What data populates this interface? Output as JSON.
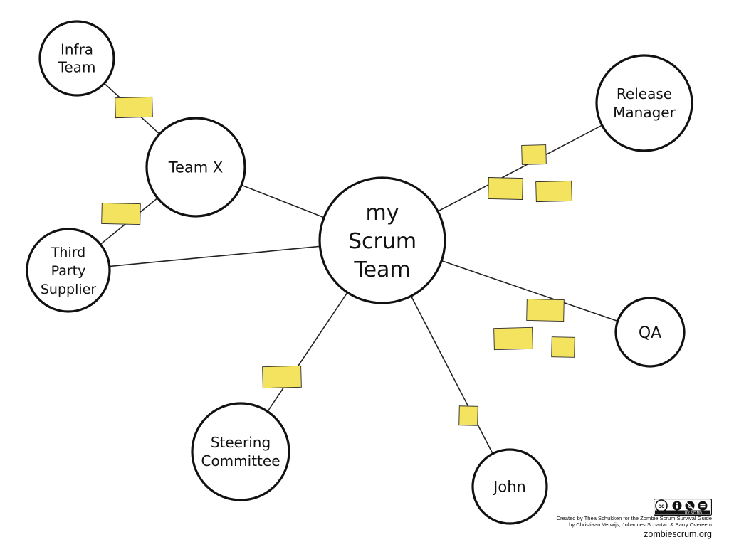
{
  "center": {
    "lines": [
      "my",
      "Scrum",
      "Team"
    ]
  },
  "nodes": [
    {
      "id": "infra-team",
      "lines": [
        "Infra",
        "Team"
      ]
    },
    {
      "id": "team-x",
      "lines": [
        "Team X"
      ]
    },
    {
      "id": "third-party-supplier",
      "lines": [
        "Third",
        "Party",
        "Supplier"
      ]
    },
    {
      "id": "release-manager",
      "lines": [
        "Release",
        "Manager"
      ]
    },
    {
      "id": "qa",
      "lines": [
        "QA"
      ]
    },
    {
      "id": "steering-committee",
      "lines": [
        "Steering",
        "Committee"
      ]
    },
    {
      "id": "john",
      "lines": [
        "John"
      ]
    }
  ],
  "edges": [
    [
      "my-scrum-team",
      "team-x"
    ],
    [
      "team-x",
      "infra-team"
    ],
    [
      "team-x",
      "third-party-supplier"
    ],
    [
      "my-scrum-team",
      "third-party-supplier"
    ],
    [
      "my-scrum-team",
      "release-manager"
    ],
    [
      "my-scrum-team",
      "qa"
    ],
    [
      "my-scrum-team",
      "steering-committee"
    ],
    [
      "my-scrum-team",
      "john"
    ]
  ],
  "colors": {
    "sticky_note": "#f4e35e",
    "outline": "#111111",
    "background": "#ffffff"
  },
  "license": {
    "badge_text": "cc",
    "badge_terms": "BY  NC  ND",
    "credit_line_1": "Created by Thea Schukken for the Zombie Scrum Survival Guide",
    "credit_line_2": "by Christiaan Verwijs, Johannes Schartau & Barry Overeem",
    "site": "zombiescrum.org"
  }
}
